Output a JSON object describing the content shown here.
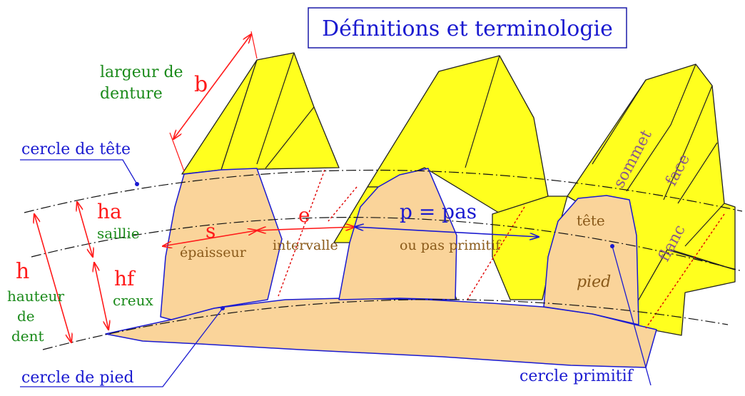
{
  "title": "Définitions et terminologie",
  "labels": {
    "largeur": "largeur de",
    "denture": "denture",
    "b": "b",
    "cercle_tete": "cercle de tête",
    "ha": "ha",
    "saillie": "saillie",
    "h": "h",
    "hauteur": "hauteur",
    "de": "de",
    "dent": "dent",
    "hf": "hf",
    "creux": "creux",
    "s": "s",
    "epaisseur": "épaisseur",
    "e": "e",
    "intervalle": "intervalle",
    "p_pas": "p = pas",
    "ou_pas_primitif": "ou pas primitif",
    "tete": "tête",
    "pied": "pied",
    "sommet": "sommet",
    "face": "face",
    "flanc": "flanc",
    "cercle_pied": "cercle de pied",
    "cercle_primitif": "cercle primitif"
  },
  "colors": {
    "tooth_face": "#ffff1e",
    "tooth_side": "#fad49a",
    "dimension_red": "#ff1a1a",
    "dimension_blue": "#1a1ad0",
    "label_green": "#1a8a1a",
    "label_brown": "#8a5a1a"
  }
}
